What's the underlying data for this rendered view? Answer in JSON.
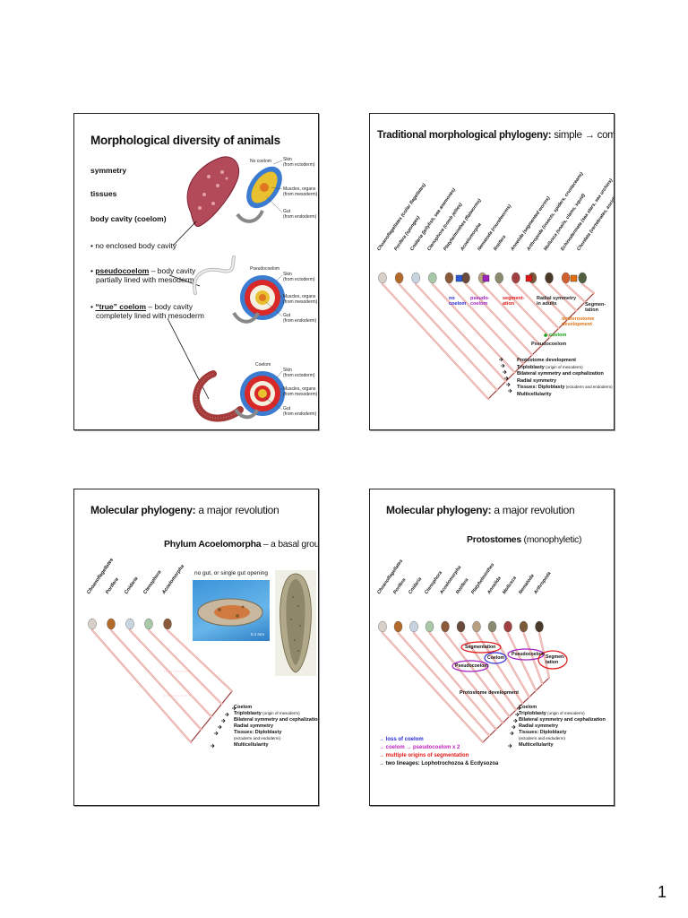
{
  "page_number": "1",
  "slide1": {
    "title": "Morphological diversity of animals",
    "labels": {
      "symmetry": "symmetry",
      "tissues": "tissues",
      "body_cavity": "body cavity (coelom)"
    },
    "bullets": {
      "b1": "• no enclosed body cavity",
      "b2_term": "pseudocoelom",
      "b2_rest": " – body cavity",
      "b2_line2": "partially lined with mesoderm",
      "b3_term": "“true” coelom",
      "b3_rest": " – body cavity",
      "b3_line2": "completely lined with mesoderm"
    },
    "sections": [
      {
        "name": "No coelom",
        "skin": "Skin",
        "skin_sub": "(from ectoderm)",
        "muscle": "Muscles, organs",
        "muscle_sub": "(from mesoderm)",
        "gut": "Gut",
        "gut_sub": "(from endoderm)"
      },
      {
        "name": "Pseudocoelom",
        "skin": "Skin",
        "skin_sub": "(from ectoderm)",
        "muscle": "Muscles, organs",
        "muscle_sub": "(from mesoderm)",
        "gut": "Gut",
        "gut_sub": "(from endoderm)"
      },
      {
        "name": "Coelom",
        "skin": "Skin",
        "skin_sub": "(from ectoderm)",
        "muscle": "Muscles, organs",
        "muscle_sub": "(from mesoderm)",
        "gut": "Gut",
        "gut_sub": "(from endoderm)"
      }
    ]
  },
  "slide2": {
    "title_bold": "Traditional morphological phylogeny:",
    "title_light": " simple → complex",
    "taxa": [
      "Choanoflagellates (collar flagellates)",
      "Porifera (sponges)",
      "Cnidaria (jellyfish, sea anemones)",
      "Ctenophora (comb jellies)",
      "Platyhelminthes (flatworms)",
      "Acoelomorpha",
      "Nematoda (roundworms)",
      "Rotifera",
      "Annelida (segmented worms)",
      "Arthropoda (insects, spiders, crustaceans)",
      "Mollusca (snails, clams, squid)",
      "Echinodermata (sea stars, sea urchins)",
      "Chordata (vertebrates, ascidians)"
    ],
    "annotations": {
      "no_coelom": "no\ncoelom",
      "pseudo": "pseudo-\ncoelom",
      "segment": "segment-\nation",
      "radial": "Radial symmetry\nin adults",
      "segmentation2": "Segmen-\ntation",
      "deutero": "deuterostome\ndevelopment",
      "coelom": "coelom",
      "pseudocoelom": "Pseudocoelom"
    },
    "characters": [
      {
        "bold": "Protostome development",
        "note": ""
      },
      {
        "bold": "Triploblasty",
        "note": "(origin of mesoderm)"
      },
      {
        "bold": "Bilateral symmetry and cephalization",
        "note": ""
      },
      {
        "bold": "Radial symmetry",
        "note": ""
      },
      {
        "bold": "Tissues: Diploblasty",
        "note": "(ectoderm and endoderm)"
      },
      {
        "bold": "Multicellularity",
        "note": ""
      }
    ]
  },
  "slide3": {
    "title_bold": "Molecular phylogeny:",
    "title_light": " a major revolution",
    "subtitle_bold": "Phylum Acoelomorpha",
    "subtitle_light": " – a basal group",
    "photo_caption": "no gut, or single gut opening",
    "scale": "0.1 mm",
    "taxa": [
      "Choanoflagellates",
      "Porifera",
      "Cnidaria",
      "Ctenophora",
      "Acoelomorpha"
    ],
    "characters": [
      {
        "bold": "Coelom",
        "note": ""
      },
      {
        "bold": "Triploblasty",
        "note": "(origin of mesoderm)"
      },
      {
        "bold": "Bilateral symmetry and cephalization",
        "note": ""
      },
      {
        "bold": "Radial symmetry",
        "note": ""
      },
      {
        "bold": "Tissues: Diploblasty",
        "note": ""
      },
      {
        "bold": "",
        "note": "(ectoderm and endoderm)"
      },
      {
        "bold": "Multicellularity",
        "note": ""
      }
    ]
  },
  "slide4": {
    "title_bold": "Molecular phylogeny:",
    "title_light": " a major revolution",
    "subtitle_bold": "Protostomes",
    "subtitle_light": " (monophyletic)",
    "taxa": [
      "Choanoflagellates",
      "Porifera",
      "Cnidaria",
      "Ctenophora",
      "Acoelomorpha",
      "Rotifera",
      "Platyhelminthes",
      "Annelida",
      "Mollusca",
      "Nematoda",
      "Arthropoda"
    ],
    "ovals": {
      "segmentation": "Segmentation",
      "coelom": "Coelom",
      "pseudocoelom_a": "Pseudocoelom",
      "pseudocoelom_b": "Pseudocoelom",
      "segmentation2": "Segmen-\ntation"
    },
    "protostome": "Protostome development",
    "characters": [
      {
        "bold": "Coelom",
        "note": ""
      },
      {
        "bold": "Triploblasty",
        "note": "(origin of mesoderm)"
      },
      {
        "bold": "Bilateral symmetry and cephalization",
        "note": ""
      },
      {
        "bold": "Radial symmetry",
        "note": ""
      },
      {
        "bold": "Tissues: Diploblasty",
        "note": ""
      },
      {
        "bold": "",
        "note": "(ectoderm and endoderm)"
      },
      {
        "bold": "Multicellularity",
        "note": ""
      }
    ],
    "legend": [
      {
        "text": "→ loss of coelom",
        "color": "#2a2ad8"
      },
      {
        "text": "→ coelom → pseudocoelom x 2",
        "color": "#c020c0"
      },
      {
        "text": "→ multiple origins of segmentation",
        "color": "#e01818"
      },
      {
        "text": "→ two lineages: Lophotrochozoa & Ecdysozoa",
        "color": "#111111"
      }
    ]
  },
  "colors": {
    "branch": "#e8a6a0",
    "branch_dark": "#9b3a3a",
    "blue": "#2a2ad8",
    "purple": "#a020c0",
    "red": "#e01818",
    "orange": "#e07010",
    "green": "#10a010"
  }
}
